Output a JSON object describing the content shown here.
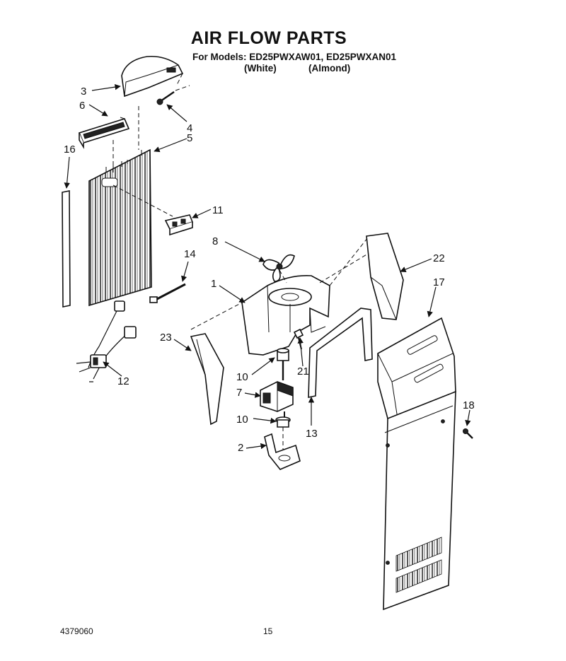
{
  "header": {
    "title": "AIR FLOW PARTS",
    "models_line": "For Models: ED25PWXAW01, ED25PWXAN01",
    "color_white": "(White)",
    "color_almond": "(Almond)"
  },
  "callouts": [
    "1",
    "2",
    "3",
    "4",
    "5",
    "6",
    "7",
    "8",
    "10",
    "10",
    "11",
    "12",
    "13",
    "14",
    "16",
    "17",
    "18",
    "21",
    "22",
    "23"
  ],
  "footer": {
    "doc_number": "4379060",
    "page_number": "15"
  }
}
